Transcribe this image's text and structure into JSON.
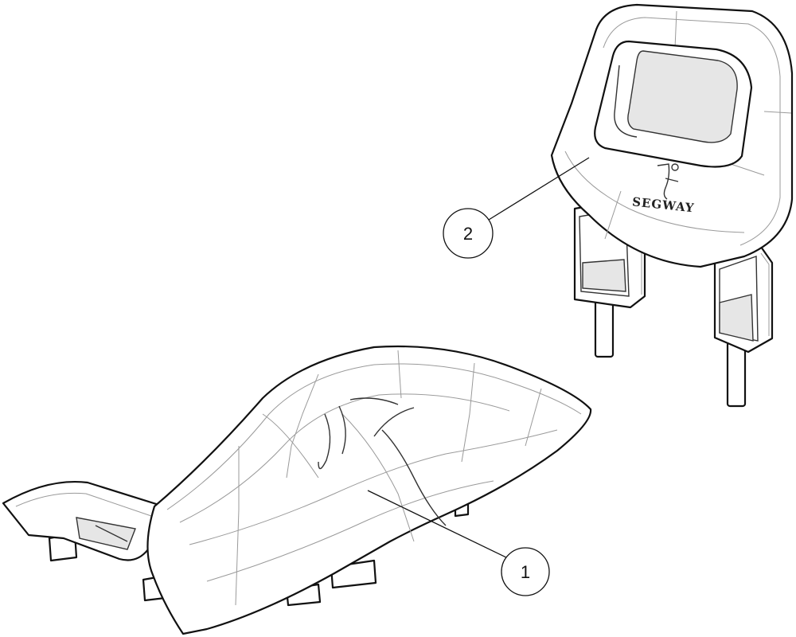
{
  "callouts": [
    {
      "id": "1",
      "label": "1",
      "part": "seat"
    },
    {
      "id": "2",
      "label": "2",
      "part": "backrest"
    }
  ],
  "backrest": {
    "logo_text": "SEGWAY"
  },
  "colors": {
    "line": "#111111",
    "panel_seams": "#9a9a9a",
    "background": "#ffffff"
  }
}
